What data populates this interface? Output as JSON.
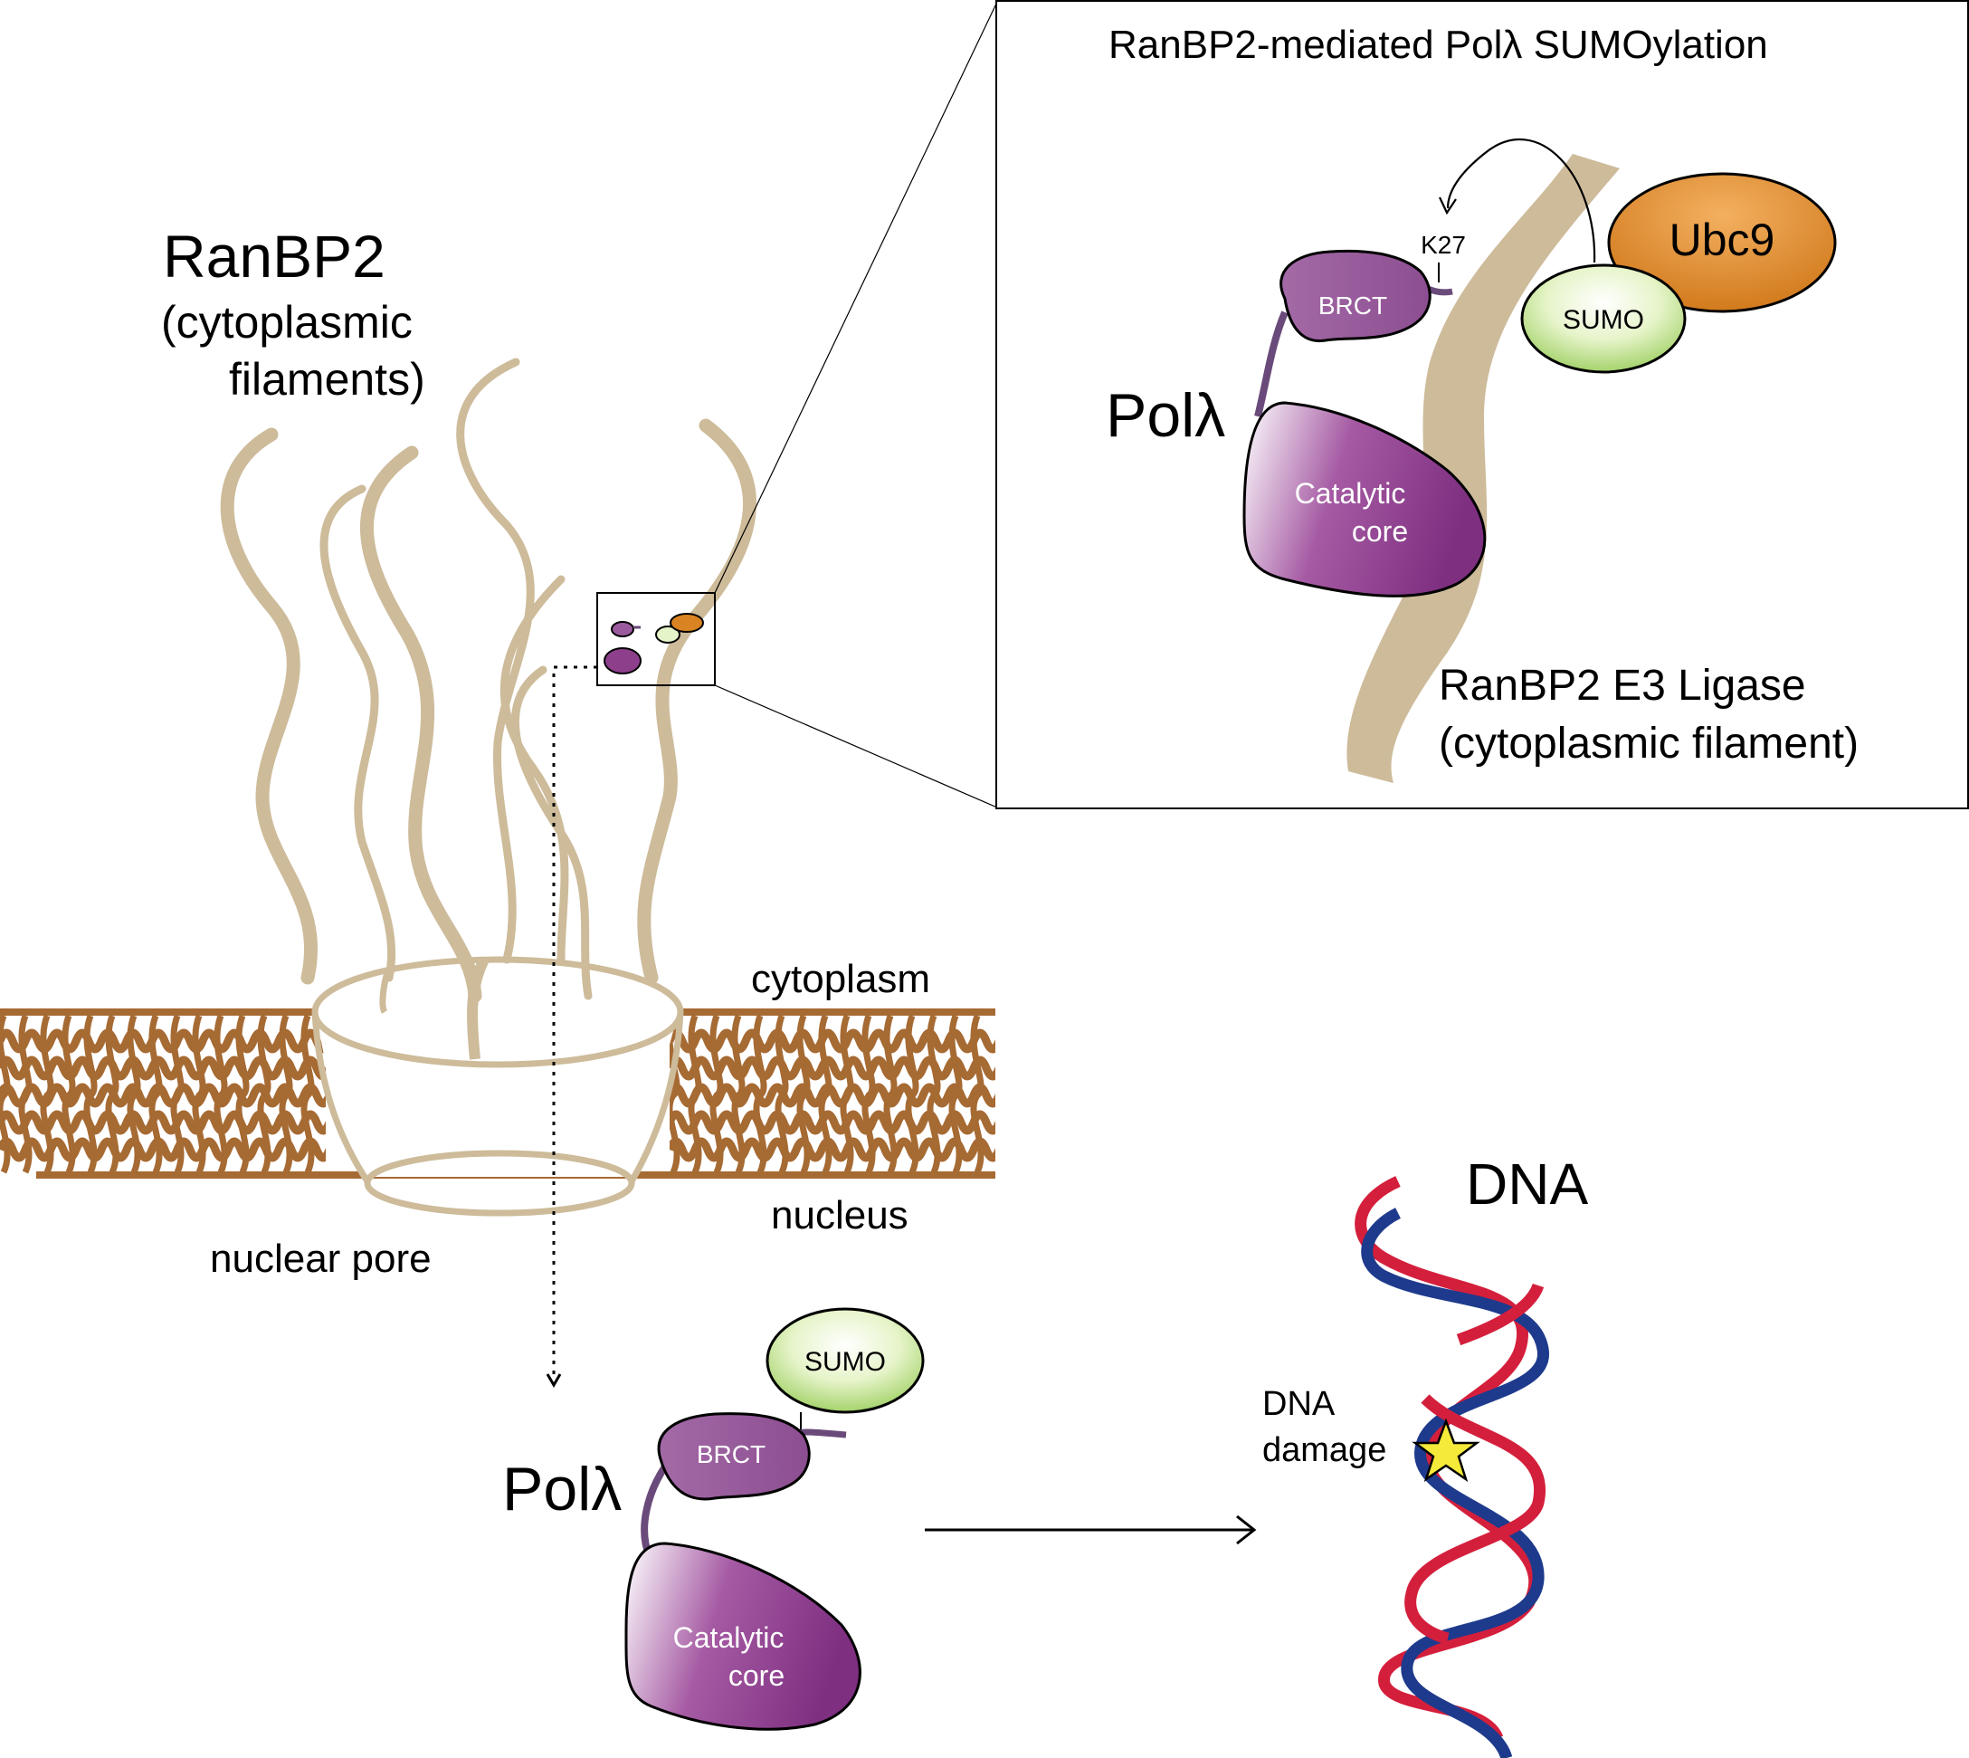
{
  "colors": {
    "filament": "#CDBB9A",
    "membrane": "#A66A33",
    "purple_dark": "#8E3F8C",
    "purple_light": "#FFFFFF",
    "linker": "#6A4A7A",
    "sumo_light": "#FAFDF0",
    "sumo_dark": "#9ACD5C",
    "ubc9": "#D98322",
    "dna_red": "#D41F3C",
    "dna_blue": "#1E3A8C",
    "star": "#F5E93A"
  },
  "labels": {
    "ranbp2_title": "RanBP2",
    "ranbp2_sub1": "(cytoplasmic",
    "ranbp2_sub2": "filaments)",
    "cytoplasm": "cytoplasm",
    "nucleus": "nucleus",
    "nuclear_pore": "nuclear pore",
    "dna": "DNA",
    "dna_damage_1": "DNA",
    "dna_damage_2": "damage"
  },
  "inset": {
    "title": "RanBP2-mediated Polλ SUMOylation",
    "k27": "K27",
    "brct": "BRCT",
    "pol": "Polλ",
    "catalytic_1": "Catalytic",
    "catalytic_2": "core",
    "sumo": "SUMO",
    "ubc9": "Ubc9",
    "e3_line1": "RanBP2 E3 Ligase",
    "e3_line2": "(cytoplasmic filament)"
  },
  "bottom_protein": {
    "pol": "Polλ",
    "brct": "BRCT",
    "sumo": "SUMO",
    "catalytic_1": "Catalytic",
    "catalytic_2": "core"
  }
}
